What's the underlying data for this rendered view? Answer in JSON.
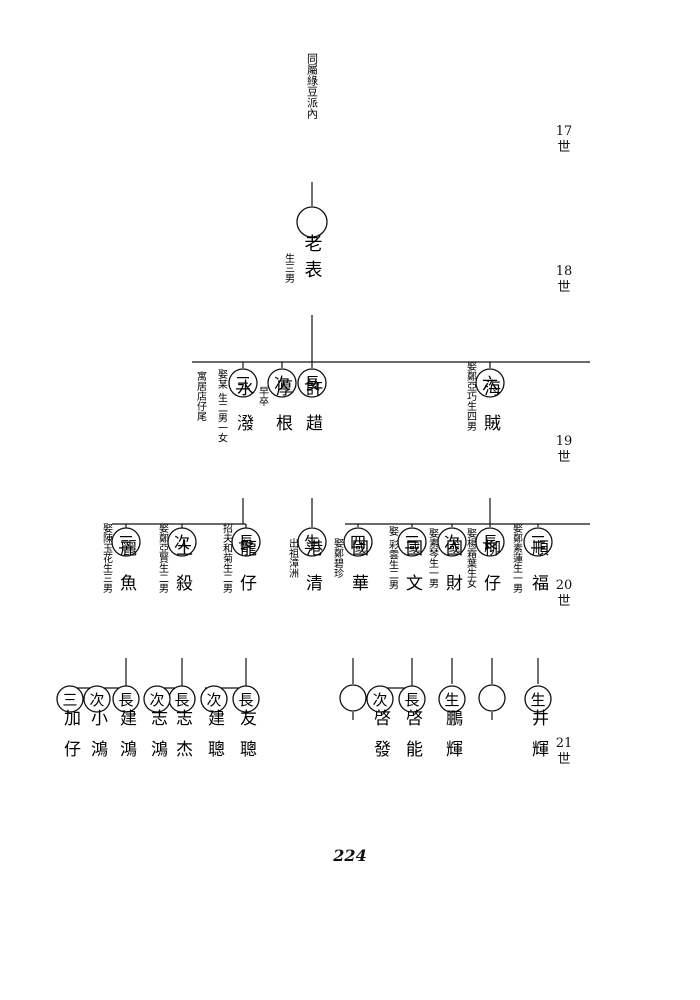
{
  "page": {
    "number": "224"
  },
  "generations": [
    {
      "label": "17\n世"
    },
    {
      "label": "18\n世"
    },
    {
      "label": "19\n世"
    },
    {
      "label": "20\n世"
    },
    {
      "label": "21\n世"
    }
  ],
  "header_note": "同屬綠豆派內",
  "tree": {
    "gen18": {
      "name": "老表",
      "note": "生三男"
    },
    "gen19": [
      {
        "badge": "長",
        "name": "許趞"
      },
      {
        "badge": "次",
        "name": "厚根",
        "note": "早卒"
      },
      {
        "badge": "三",
        "name": "水潑",
        "note": "娶某 生二男一女",
        "note2": "寓居店仔尾"
      },
      {
        "badge": "六",
        "name": "海賊",
        "note": "娶鄭亞巧生四男"
      }
    ],
    "gen20": [
      {
        "badge": "長",
        "name": "龍仔",
        "note": "招夫和菊生二男"
      },
      {
        "badge": "次",
        "name": "土殺",
        "note": "娶鄭亞賢生二男"
      },
      {
        "badge": "三",
        "name": "麗魚",
        "note": "娶陳玉花生三男"
      },
      {
        "badge": "生",
        "name": "港清",
        "note": "出祖漳洲"
      },
      {
        "badge": "長",
        "name": "柳仔",
        "note": "娶楊霜葉生女"
      },
      {
        "badge": "次",
        "name": "國財",
        "note": "娶素琴生一男"
      },
      {
        "badge": "三",
        "name": "國文",
        "note": "娶 彩雲生二男"
      },
      {
        "badge": "四",
        "name": "國華",
        "note": "娶鄭碧珍"
      },
      {
        "badge": "三",
        "name": "順福",
        "note": "娶鄭素蓮生一男"
      }
    ],
    "gen21": [
      {
        "badge": "長",
        "name": "友聰"
      },
      {
        "badge": "次",
        "name": "建聰"
      },
      {
        "badge": "長",
        "name": "志杰"
      },
      {
        "badge": "次",
        "name": "志鴻"
      },
      {
        "badge": "長",
        "name": "建鴻"
      },
      {
        "badge": "次",
        "name": "小鴻"
      },
      {
        "badge": "三",
        "name": "加仔"
      },
      {
        "badge": "長",
        "name": "啓能"
      },
      {
        "badge": "次",
        "name": "啓發"
      },
      {
        "badge": "生",
        "name": "鵬輝"
      },
      {
        "badge": "生",
        "name": "井輝"
      }
    ]
  }
}
